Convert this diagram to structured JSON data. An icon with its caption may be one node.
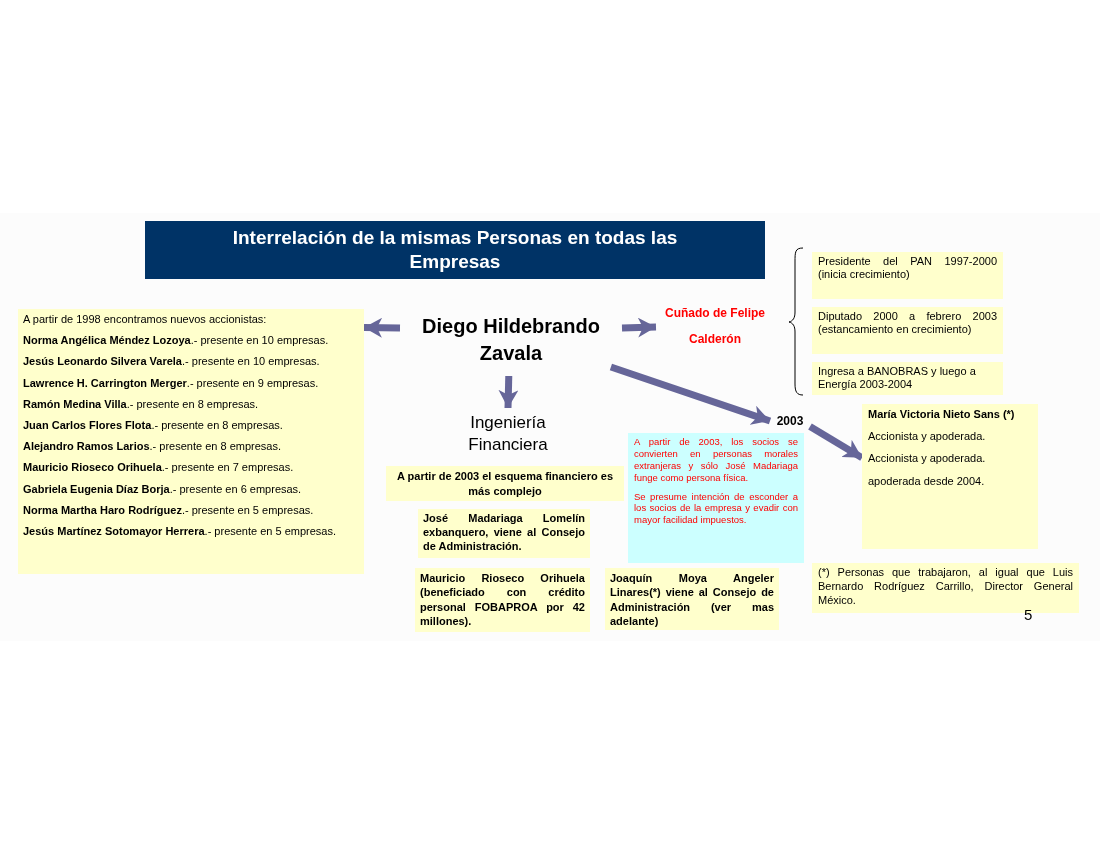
{
  "diagram": {
    "title": "Interrelación de la mismas Personas en todas las Empresas",
    "nodes": [
      {
        "text": [
          "Diego Hildebrando Zavala"
        ]
      },
      {
        "text": [
          "A partir de 1998 encontramos nuevos accionistas:",
          "**Norma Angélica Méndez Lozoya**.- presente en 10 empresas.",
          "**Jesús Leonardo Silvera Varela**.- presente en 10 empresas.",
          "**Lawrence H. Carrington Merger**.- presente en 9 empresas.",
          "**Ramón Medina Villa**.- presente en 8 empresas.",
          "**Juan Carlos Flores Flota**.- presente en 8 empresas.",
          "**Alejandro Ramos Larios**.- presente en 8 empresas.",
          "**Mauricio Rioseco Orihuela**.- presente en 7 empresas.",
          "**Gabriela Eugenia Díaz Borja**.- presente en 6 empresas.",
          "**Norma Martha Haro Rodríguez**.- presente en 5 empresas.",
          "**Jesús Martínez Sotomayor Herrera**.- presente en 5 empresas."
        ]
      },
      {
        "text": [
          "Cuñado de Felipe Calderón"
        ]
      },
      {
        "text": [
          "Presidente del PAN 1997-2000 (inicia crecimiento)"
        ]
      },
      {
        "text": [
          "Diputado 2000 a febrero 2003 (estancamiento en crecimiento)"
        ]
      },
      {
        "text": [
          "Ingresa a BANOBRAS y luego a Energía 2003-2004"
        ]
      },
      {
        "text": [
          "Ingeniería Financiera"
        ]
      },
      {
        "text": [
          "2003"
        ]
      },
      {
        "text": [
          "María Victoria Nieto Sans (*)",
          "Accionista y apoderada.",
          "Accionista y apoderada.",
          "apoderada desde 2004."
        ]
      },
      {
        "text": [
          "A partir de 2003 el esquema financiero es más complejo"
        ]
      },
      {
        "text": [
          "José Madariaga Lomelín exbanquero, viene al Consejo de Administración."
        ]
      },
      {
        "text": [
          "A partir de 2003, los socios se convierten en personas morales extranjeras y sólo José Madariaga funge como persona física.",
          "Se presume intención de esconder a los socios de la empresa y evadir con mayor facilidad impuestos."
        ]
      },
      {
        "text": [
          "Mauricio Rioseco Orihuela (beneficiado con crédito personal FOBAPROA por 42 millones)."
        ]
      },
      {
        "text": [
          "Joaquín Moya Angeler Linares(*) viene al Consejo de Administración (ver mas adelante)"
        ]
      },
      {
        "text": [
          "(*) Personas que trabajaron, al igual que Luis Bernardo Rodríguez Carrillo, Director General México."
        ]
      }
    ],
    "edges": [
      {
        "from": 0,
        "to": 1,
        "arrow": "to"
      },
      {
        "from": 0,
        "to": 2,
        "arrow": "to"
      },
      {
        "from": 0,
        "to": 6,
        "arrow": "to"
      },
      {
        "from": 0,
        "to": 7,
        "arrow": "to"
      },
      {
        "from": 7,
        "to": 8,
        "arrow": "to"
      }
    ],
    "labels": [
      "5"
    ]
  }
}
